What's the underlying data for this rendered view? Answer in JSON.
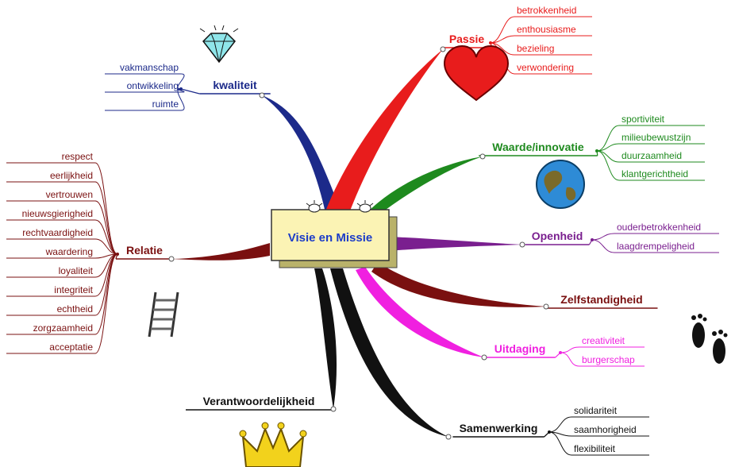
{
  "center": {
    "label": "Visie en Missie"
  },
  "branches": [
    {
      "id": "kwaliteit",
      "label": "kwaliteit",
      "color": "#1c2a8a",
      "icon": "diamond-icon",
      "items": [
        "vakmanschap",
        "ontwikkeling",
        "ruimte"
      ]
    },
    {
      "id": "passie",
      "label": "Passie",
      "color": "#e81c1c",
      "icon": "heart-icon",
      "items": [
        "betrokkenheid",
        "enthousiasme",
        "bezieling",
        "verwondering"
      ]
    },
    {
      "id": "waarde",
      "label": "Waarde/innovatie",
      "color": "#1e8a1e",
      "icon": "globe-icon",
      "items": [
        "sportiviteit",
        "milieubewustzijn",
        "duurzaamheid",
        "klantgerichtheid"
      ]
    },
    {
      "id": "openheid",
      "label": "Openheid",
      "color": "#7a1f8f",
      "icon": null,
      "items": [
        "ouderbetrokkenheid",
        "laagdrempeligheid"
      ]
    },
    {
      "id": "zelfstandigheid",
      "label": "Zelfstandigheid",
      "color": "#7a1010",
      "icon": "footprints-icon",
      "items": []
    },
    {
      "id": "uitdaging",
      "label": "Uitdaging",
      "color": "#f020e0",
      "icon": null,
      "items": [
        "creativiteit",
        "burgerschap"
      ]
    },
    {
      "id": "samenwerking",
      "label": "Samenwerking",
      "color": "#111111",
      "icon": null,
      "items": [
        "solidariteit",
        "saamhorigheid",
        "flexibiliteit"
      ]
    },
    {
      "id": "verantwoordelijkheid",
      "label": "Verantwoordelijkheid",
      "color": "#111111",
      "icon": "crown-icon",
      "items": []
    },
    {
      "id": "relatie",
      "label": "Relatie",
      "color": "#7a1010",
      "icon": "ladder-icon",
      "items": [
        "respect",
        "eerlijkheid",
        "vertrouwen",
        "nieuwsgierigheid",
        "rechtvaardigheid",
        "waardering",
        "loyaliteit",
        "integriteit",
        "echtheid",
        "zorgzaamheid",
        "acceptatie"
      ]
    }
  ],
  "colors": {
    "center_fill": "#fbf3b4",
    "center_text": "#1c3cc8"
  }
}
